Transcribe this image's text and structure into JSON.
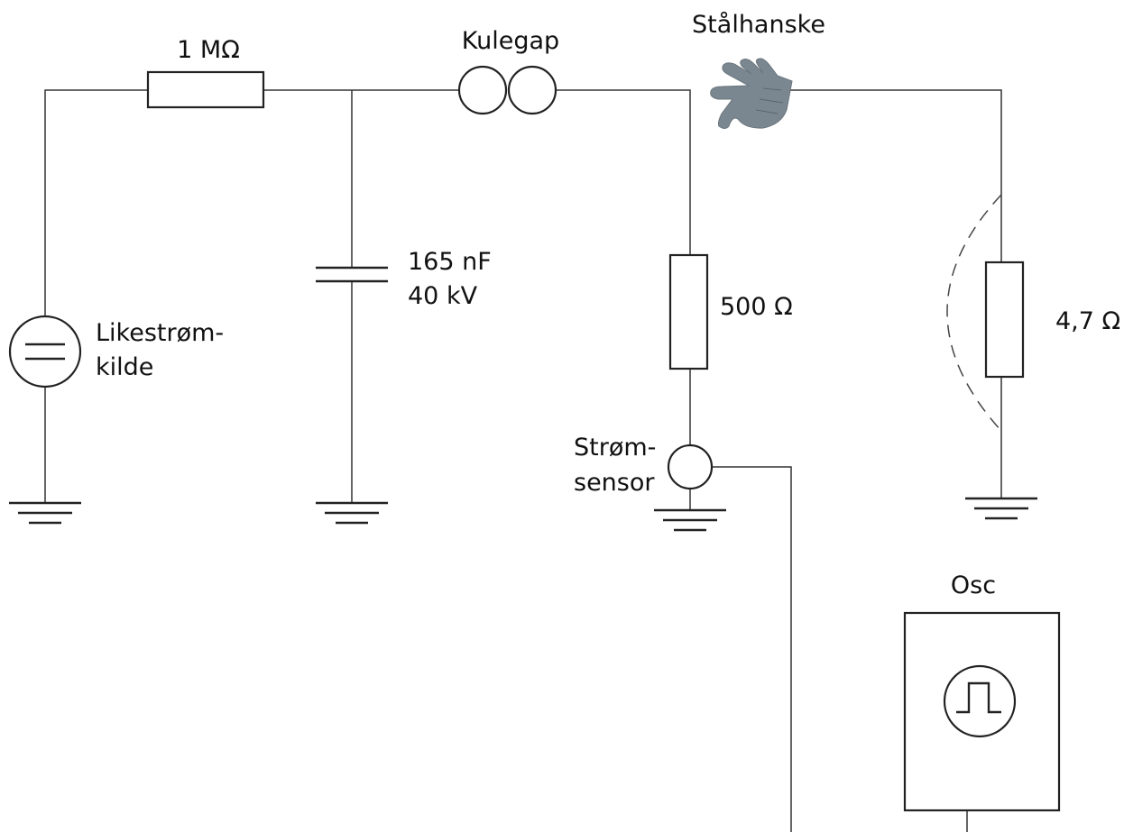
{
  "labels": {
    "r1": "1 MΩ",
    "sphere_gap": "Kulegap",
    "glove": "Stålhanske",
    "cap_value": "165 nF",
    "cap_voltage": "40 kV",
    "r2": "500 Ω",
    "source_line1": "Likestrøm-",
    "source_line2": "kilde",
    "r3": "4,7 Ω",
    "sensor_line1": "Strøm-",
    "sensor_line2": "sensor",
    "osc": "Osc"
  },
  "colors": {
    "wire": "#333333",
    "glove": "#7b8790"
  }
}
